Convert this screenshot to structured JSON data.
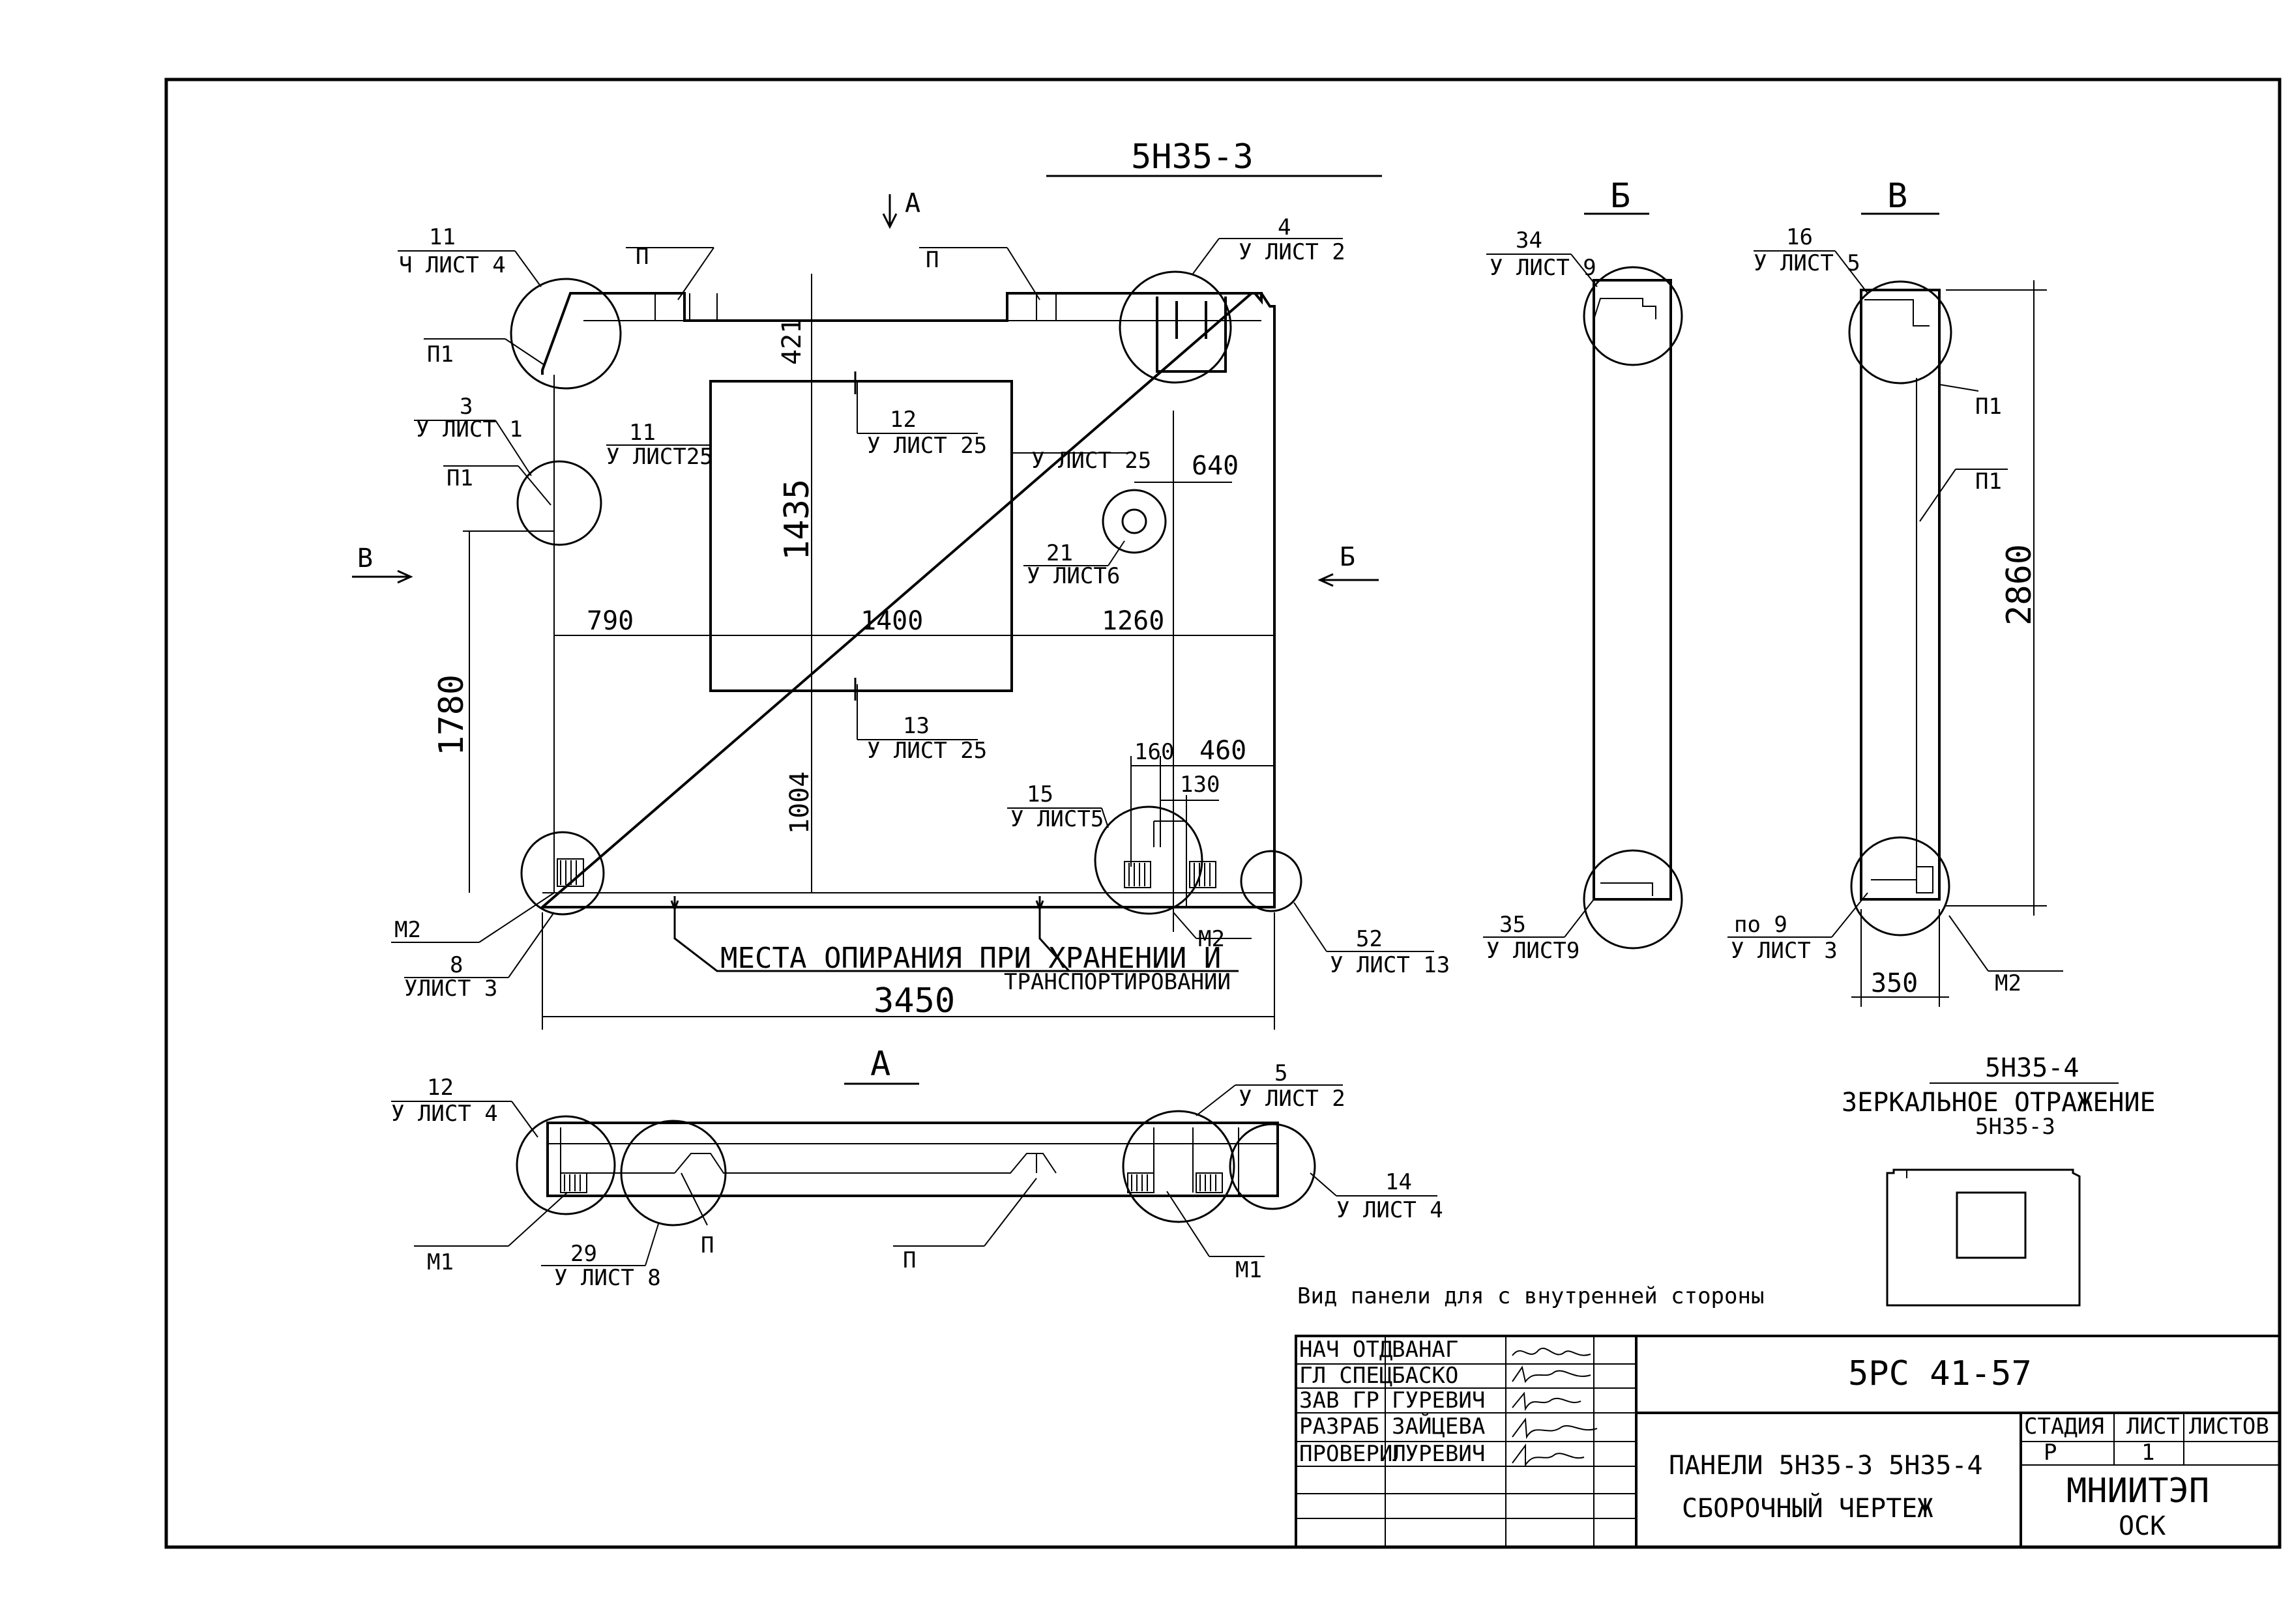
{
  "drawing": {
    "plan_title": "5Н35-3",
    "view_marks": {
      "a_top": "А",
      "v_left": "В",
      "b_right": "Б",
      "b_title": "Б",
      "v_title": "В",
      "a_title": "А"
    },
    "dimensions": {
      "d421": "421",
      "d1435": "1435",
      "d640": "640",
      "d790": "790",
      "d1400": "1400",
      "d1260": "1260",
      "d1780": "1780",
      "d1004": "1004",
      "d160": "160",
      "d460": "460",
      "d130": "130",
      "d3450": "3450",
      "d2860": "2860",
      "d350": "350"
    },
    "callouts": {
      "c11_top": {
        "num": "11",
        "ref": "Ч ЛИСТ 4"
      },
      "c4_top": {
        "num": "4",
        "ref": "У ЛИСТ 2"
      },
      "c3": {
        "num": "3",
        "ref": "У ЛИСТ 1"
      },
      "c11_mid": {
        "num": "11",
        "ref": "У ЛИСТ25"
      },
      "c12_mid": {
        "num": "12",
        "ref": "У ЛИСТ 25"
      },
      "c_ylist25": {
        "ref": "У ЛИСТ 25"
      },
      "c21": {
        "num": "21",
        "ref": "У ЛИСТ6"
      },
      "c13": {
        "num": "13",
        "ref": "У ЛИСТ 25"
      },
      "c15": {
        "num": "15",
        "ref": "У ЛИСТ5"
      },
      "c8": {
        "num": "8",
        "ref": "УЛИСТ 3"
      },
      "c52": {
        "num": "52",
        "ref": "У ЛИСТ 13"
      },
      "c34": {
        "num": "34",
        "ref": "У ЛИСТ 9"
      },
      "c35": {
        "num": "35",
        "ref": "У ЛИСТ9"
      },
      "c16": {
        "num": "16",
        "ref": "У ЛИСТ 5"
      },
      "cpo9": {
        "num": "по 9",
        "ref": "У ЛИСТ 3"
      },
      "c12_a": {
        "num": "12",
        "ref": "У ЛИСТ 4"
      },
      "c5_a": {
        "num": "5",
        "ref": "У ЛИСТ 2"
      },
      "c14_a": {
        "num": "14",
        "ref": "У ЛИСТ 4"
      },
      "c29_a": {
        "num": "29",
        "ref": "У ЛИСТ 8"
      }
    },
    "marks": {
      "p_top_left": "П",
      "p_top_mid": "П",
      "p1_top": "П1",
      "p1_left": "П1",
      "m2_left": "М2",
      "m2_right": "М2",
      "p1_v1": "П1",
      "p1_v2": "П1",
      "m2_v": "М2",
      "m1_left": "М1",
      "p_a1": "П",
      "p_a2": "П",
      "m1_right": "М1"
    },
    "support_note_1": "МЕСТА  ОПИРАНИЯ   ПРИ   ХРАНЕНИИ И",
    "support_note_2": "ТРАНСПОРТИРОВАНИИ",
    "mirror_title": "5Н35-4",
    "mirror_note_1": "ЗЕРКАЛЬНОЕ  ОТРАЖЕНИЕ",
    "mirror_note_2": "5Н35-3",
    "inner_view_note": "Вид панели для с внутренней стороны"
  },
  "title_block": {
    "doc_code": "5РС 41-57",
    "name_line_1": "ПАНЕЛИ 5Н35-3  5Н35-4",
    "name_line_2": "СБОРОЧНЫЙ  ЧЕРТЕЖ",
    "stage_header": "СТАДИЯ",
    "sheet_header": "ЛИСТ",
    "sheets_header": "ЛИСТОВ",
    "stage_value": "Р",
    "sheet_value": "1",
    "org_1": "МНИИТЭП",
    "org_2": "ОСК",
    "staff": [
      {
        "role": "НАЧ ОТД",
        "name": "ВАНАГ"
      },
      {
        "role": "ГЛ СПЕЦ",
        "name": "БАСКО"
      },
      {
        "role": "ЗАВ ГР",
        "name": "ГУРЕВИЧ"
      },
      {
        "role": "РАЗРАБ",
        "name": "ЗАЙЦЕВА"
      },
      {
        "role": "ПРОВЕРИЛ",
        "name": "ГУРЕВИЧ"
      }
    ]
  }
}
